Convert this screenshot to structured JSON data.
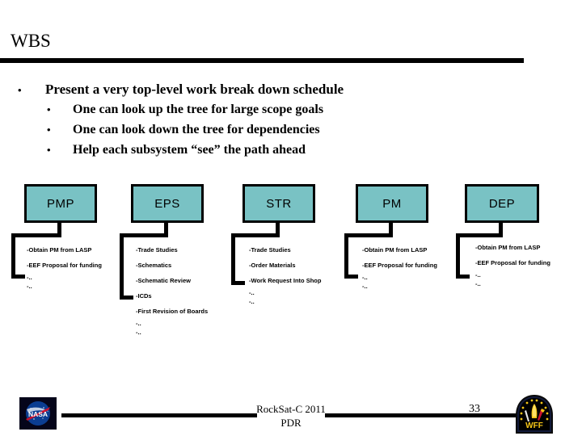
{
  "slide": {
    "title": "WBS",
    "bullets": [
      {
        "level": 1,
        "marker": "•",
        "text": "Present a very top-level work break down schedule"
      },
      {
        "level": 2,
        "marker": "•",
        "text": "One can look up the tree for large scope goals"
      },
      {
        "level": 2,
        "marker": "•",
        "text": "One can look down the tree for dependencies"
      },
      {
        "level": 2,
        "marker": "•",
        "text": "Help each subsystem “see” the path ahead"
      }
    ]
  },
  "chart_data": {
    "type": "diagram",
    "title": "WBS",
    "box_fill": "#79C2C4",
    "box_border": "#000000",
    "columns": [
      {
        "label": "PMP",
        "tasks": [
          "-Obtain PM from LASP",
          "-EEF Proposal for funding",
          "-..",
          "-.."
        ]
      },
      {
        "label": "EPS",
        "tasks": [
          "-Trade Studies",
          "-Schematics",
          "-Schematic Review",
          "-ICDs",
          "-First Revision of Boards",
          "-..",
          "-.."
        ]
      },
      {
        "label": "STR",
        "tasks": [
          "-Trade Studies",
          "-Order Materials",
          "-Work Request Into Shop",
          "-..",
          "-.."
        ]
      },
      {
        "label": "PM",
        "tasks": [
          "-Obtain PM from LASP",
          "-EEF Proposal for funding",
          "-..",
          "-.."
        ]
      },
      {
        "label": "DEP",
        "tasks": [
          "-Obtain PM from LASP",
          "-EEF Proposal for funding",
          "-..",
          "-.."
        ]
      }
    ]
  },
  "footer": {
    "project": "RockSat-C 2011",
    "review": "PDR",
    "page_number": "33",
    "nasa_logo_text": "NASA",
    "wff_logo_text": "WFF"
  }
}
